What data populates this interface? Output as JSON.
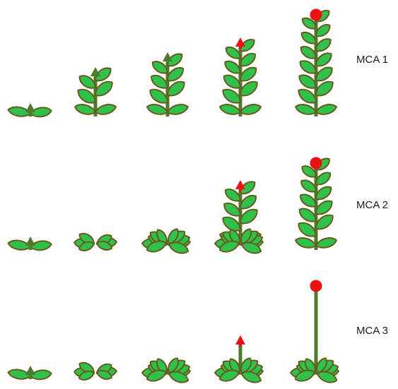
{
  "rows": [
    {
      "label": "MCA 1",
      "stages": [
        {
          "type": "seedling"
        },
        {
          "type": "stem",
          "leaf_pairs": 2,
          "apex": "green-arrow"
        },
        {
          "type": "stem",
          "leaf_pairs": 3,
          "apex": "green-arrow"
        },
        {
          "type": "stem",
          "leaf_pairs": 4,
          "apex": "red-arrow"
        },
        {
          "type": "stem",
          "leaf_pairs": 6,
          "apex": "red-flower"
        }
      ]
    },
    {
      "label": "MCA 2",
      "stages": [
        {
          "type": "seedling"
        },
        {
          "type": "rosette",
          "size": "small",
          "apex": "none"
        },
        {
          "type": "rosette",
          "size": "large",
          "apex": "none"
        },
        {
          "type": "rosette-bolting",
          "leaf_pairs": 3,
          "apex": "red-arrow"
        },
        {
          "type": "stem",
          "leaf_pairs": 5,
          "apex": "red-flower"
        }
      ]
    },
    {
      "label": "MCA 3",
      "stages": [
        {
          "type": "seedling"
        },
        {
          "type": "rosette",
          "size": "small",
          "apex": "none"
        },
        {
          "type": "rosette",
          "size": "large",
          "apex": "none"
        },
        {
          "type": "rosette-scape",
          "apex": "red-arrow"
        },
        {
          "type": "rosette-scape",
          "apex": "red-flower"
        }
      ]
    }
  ],
  "colors": {
    "leaf_fill": "#2ec24a",
    "leaf_outline": "#6b5a1e",
    "stem": "#4e7a2c",
    "shoot_arrow": "#4e7a2c",
    "flower": "#ee1111",
    "label_text": "#1a1a1a"
  }
}
